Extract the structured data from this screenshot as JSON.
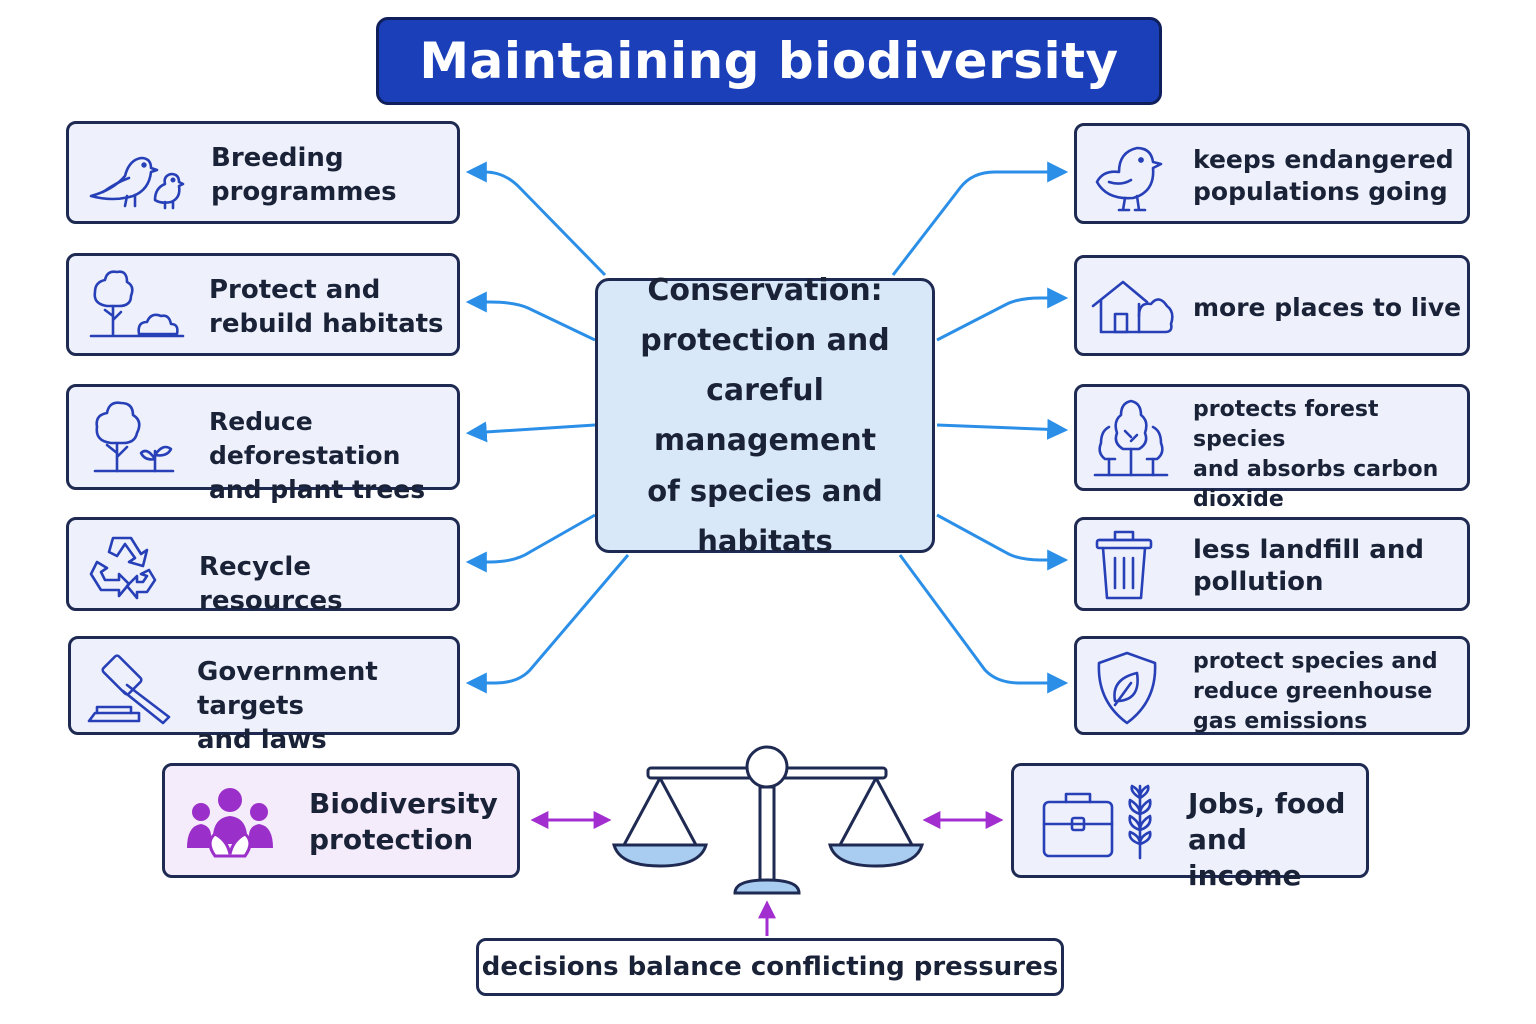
{
  "title": "Maintaining biodiversity",
  "center": {
    "line1": "Conservation:",
    "line2": "protection and",
    "line3": "careful management",
    "line4": "of species and habitats"
  },
  "left_items": [
    {
      "line1": "Breeding",
      "line2": "programmes",
      "icon": "birds-icon"
    },
    {
      "line1": "Protect and",
      "line2": "rebuild habitats",
      "icon": "tree-cloud-icon"
    },
    {
      "line1": "Reduce deforestation",
      "line2": "and plant trees",
      "icon": "tree-sapling-icon"
    },
    {
      "line1": "Recycle resources",
      "line2": "",
      "icon": "recycle-icon"
    },
    {
      "line1": "Government targets",
      "line2": "and laws",
      "icon": "gavel-icon"
    }
  ],
  "right_items": [
    {
      "line1": "keeps endangered",
      "line2": "populations going",
      "line3": "",
      "icon": "chick-icon"
    },
    {
      "line1": "more places to live",
      "line2": "",
      "line3": "",
      "icon": "house-icon"
    },
    {
      "line1": "protects forest species",
      "line2": "and absorbs carbon",
      "line3": "dioxide",
      "icon": "forest-icon"
    },
    {
      "line1": "less landfill and",
      "line2": "pollution",
      "line3": "",
      "icon": "trash-icon"
    },
    {
      "line1": "protect species and",
      "line2": "reduce greenhouse",
      "line3": "gas emissions",
      "icon": "shield-leaf-icon"
    }
  ],
  "balance": {
    "left": {
      "line1": "Biodiversity",
      "line2": "protection",
      "icon": "people-icon"
    },
    "right": {
      "line1": "Jobs, food",
      "line2": "and income",
      "icon": "briefcase-wheat-icon"
    },
    "bottom": "decisions balance conflicting pressures"
  },
  "colors": {
    "title_bg": "#1a3fb8",
    "connector": "#2b8fe8",
    "balance_arrow": "#a22ed0",
    "icon_blue": "#2740b8",
    "icon_purple": "#9b2fc9"
  }
}
